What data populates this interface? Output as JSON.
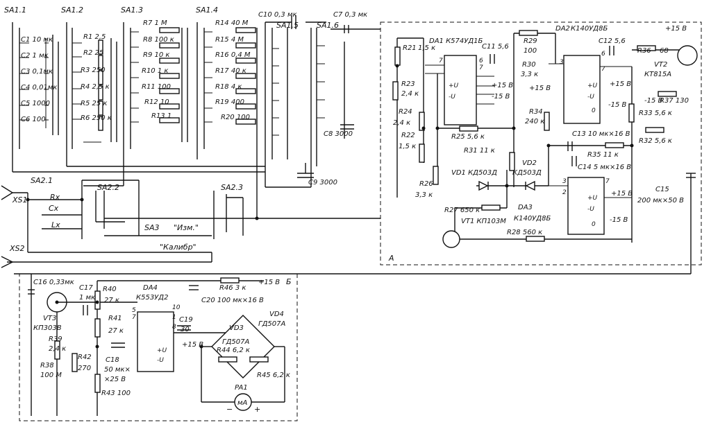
{
  "switches": {
    "sa1_1": "SA1.1",
    "sa1_2": "SA1.2",
    "sa1_3": "SA1.3",
    "sa1_4": "SA1.4",
    "sa1_5": "SA1.5",
    "sa1_6": "SA1.6",
    "sa2_1": "SA2.1",
    "sa2_2": "SA2.2",
    "sa2_3": "SA2.3",
    "sa3": "SA3"
  },
  "connectors": {
    "xs1": "XS1",
    "xs2": "XS2"
  },
  "capacitors": [
    "C1 10 мк",
    "C2 1 мк",
    "C3 0,1мк",
    "C4 0,01мк",
    "C5 1000",
    "C6 100",
    "C10 0,3 мк",
    "C7 0,3 мк",
    "C8 3000",
    "C9 3000",
    "C11 5,6",
    "C12 5,6",
    "C13 10 мк×16 В",
    "C14 5 мк×16 В",
    "C15",
    "200 мк×50 В",
    "C16 0,33мк",
    "C17",
    "1 мк",
    "C18",
    "50 мк×",
    "×25 В",
    "C19",
    "30",
    "C20 100 мк×16 В"
  ],
  "resistors_range": [
    "R1 2,5",
    "R2 25",
    "R3 250",
    "R4 2,5 к",
    "R5 25 к",
    "R6 250 к",
    "R7 1 М",
    "R8 100 к",
    "R9 10 к",
    "R10 1 к",
    "R11 100",
    "R12 10",
    "R13 1",
    "R14 40 М",
    "R15 4 М",
    "R16 0,4 М",
    "R17 40 к",
    "R18 4 к",
    "R19 400",
    "R20 100"
  ],
  "resistors_main": [
    "R21",
    "1,5 к",
    "R23",
    "2,4 к",
    "R24",
    "2,4 к",
    "R22",
    "1,5 к",
    "R25 5,6 к",
    "R31 11 к",
    "R26",
    "3,3 к",
    "R27 650 к",
    "R28 560 к",
    "R29",
    "100",
    "R30",
    "3,3 к",
    "R34",
    "240 к",
    "R35 11 к",
    "R36",
    "68",
    "R37 130",
    "R33 5,6 к",
    "R32 5,6 к",
    "R38",
    "100 М",
    "R39",
    "2,4 к",
    "R40",
    "27 к",
    "R41",
    "27 к",
    "R42",
    "270",
    "R43 100",
    "R44 6,2 к",
    "R45 6,2 к",
    "R46 3 к"
  ],
  "chips": [
    "DA1 К574УД1Б",
    "DA2",
    "К140УД8Б",
    "DA3",
    "К140УД8Б",
    "DA4",
    "К553УД2"
  ],
  "semis": [
    "VD1 КД503Д",
    "VD2",
    "КД503Д",
    "VT1 КП103М",
    "VT2",
    "КТ815А",
    "VT3",
    "КП303В",
    "VD3",
    "ГД507А",
    "VD4",
    "ГД507А",
    "PA1",
    "мА"
  ],
  "supply": {
    "plus15": "+15 В",
    "minus15": "-15 В"
  },
  "pins": [
    "+U",
    "-U",
    "0",
    "4",
    "7",
    "2",
    "3",
    "6",
    "5",
    "10",
    "1",
    "8"
  ],
  "blocks": {
    "a": "А",
    "b": "Б"
  },
  "misc": {
    "rx": "Rx",
    "cx": "Cx",
    "lx": "Lx",
    "izm": "\"Изм.\"",
    "kalibr": "\"Калибр\"",
    "plus": "+",
    "minus": "−",
    "a_mark": "А"
  }
}
